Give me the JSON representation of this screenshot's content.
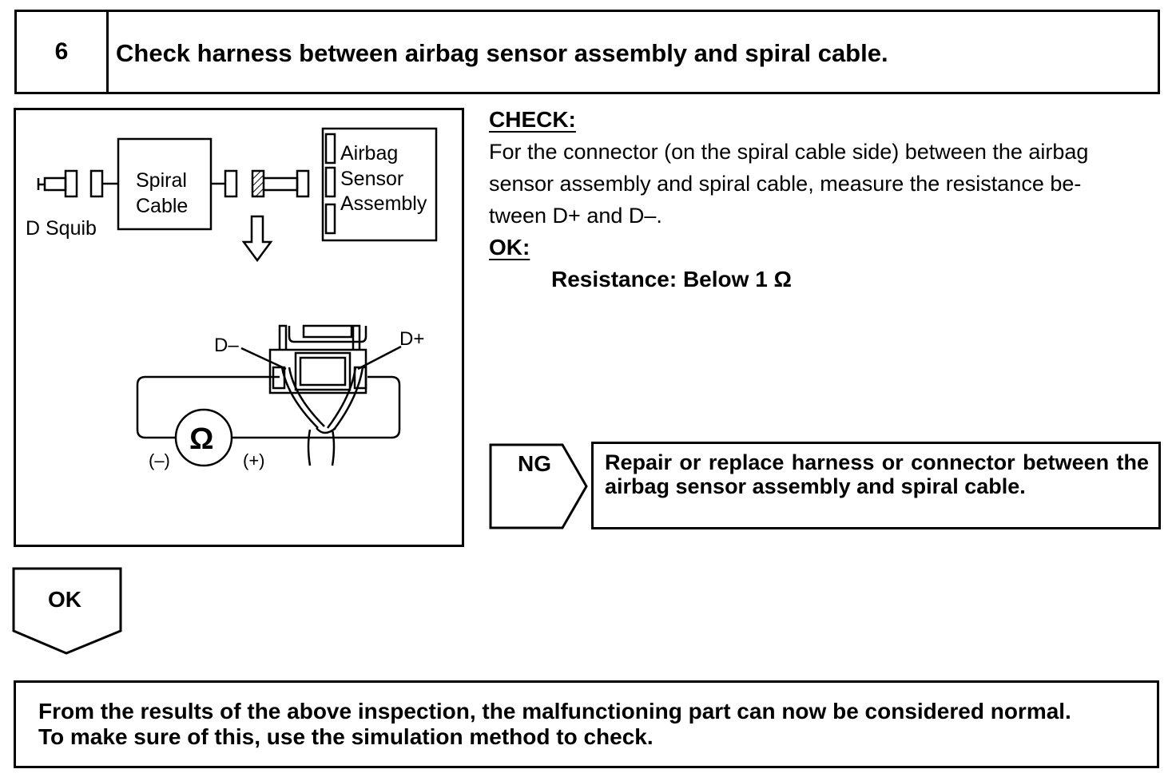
{
  "step": {
    "number": "6",
    "title": "Check harness between airbag sensor assembly and spiral cable."
  },
  "diagram": {
    "labels": {
      "spiral_cable_1": "Spiral",
      "spiral_cable_2": "Cable",
      "d_squib": "D Squib",
      "airbag_1": "Airbag",
      "airbag_2": "Sensor",
      "airbag_3": "Assembly",
      "d_minus": "D–",
      "d_plus": "D+",
      "ohm": "Ω",
      "neg": "(–)",
      "pos": "(+)"
    }
  },
  "check": {
    "heading": "CHECK:",
    "line1": "For the connector (on the spiral cable side) between the airbag",
    "line2": "sensor assembly and spiral cable, measure the resistance be-",
    "line3": "tween D+ and D–.",
    "ok_heading": "OK:",
    "spec": "Resistance: Below 1 Ω"
  },
  "ng": {
    "label": "NG",
    "text": "Repair or replace harness or connector between the airbag sensor assembly and spiral cable."
  },
  "ok_arrow": {
    "label": "OK"
  },
  "final": {
    "line1": "From the results of the above inspection, the malfunctioning part can now be considered normal.",
    "line2": "To make sure of this, use the simulation method to check."
  }
}
